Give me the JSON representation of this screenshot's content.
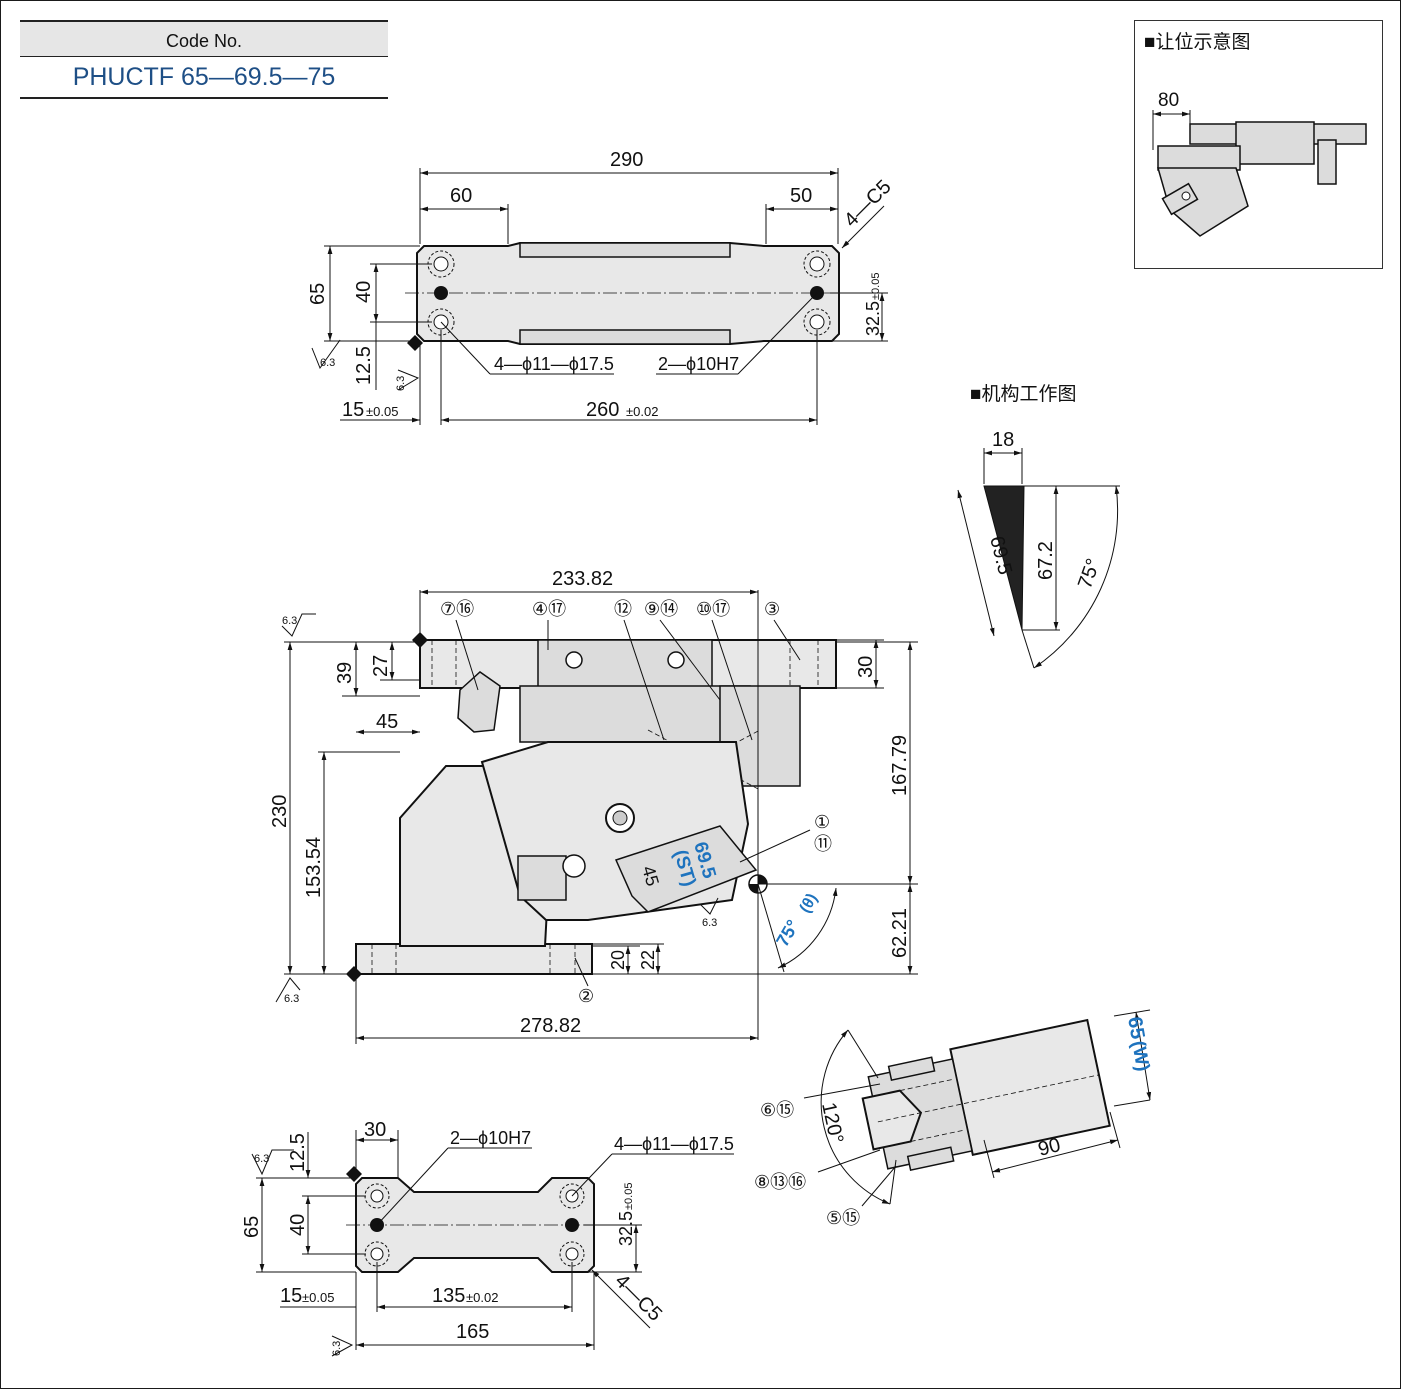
{
  "code": {
    "header": "Code No.",
    "value": "PHUCTF 65—69.5—75"
  },
  "sections": {
    "clearance": "■让位示意图",
    "mechanism": "■机构工作图"
  },
  "top_view": {
    "dim_290": "290",
    "dim_60": "60",
    "dim_50": "50",
    "chamfer": "4—C5",
    "dim_65": "65",
    "dim_40": "40",
    "dim_12_5": "12.5",
    "dim_32_5": "32.5",
    "tol_32_5": "±0.05",
    "hole_a": "4—ϕ11—ϕ17.5",
    "hole_b": "2—ϕ10H7",
    "dim_15": "15",
    "tol_15": "±0.05",
    "dim_260": "260",
    "tol_260": "±0.02",
    "rough_1": "6.3",
    "rough_2": "6.3"
  },
  "clearance_view": {
    "dim_80": "80"
  },
  "mechanism_view": {
    "dim_18": "18",
    "dim_69_5": "69.5",
    "dim_67_2": "67.2",
    "angle": "75°"
  },
  "front_view": {
    "dim_233_82": "233.82",
    "dim_39": "39",
    "dim_27": "27",
    "dim_45_top": "45",
    "dim_30": "30",
    "dim_230": "230",
    "dim_153_54": "153.54",
    "dim_167_79": "167.79",
    "dim_62_21": "62.21",
    "dim_278_82": "278.82",
    "dim_20": "20",
    "dim_22": "22",
    "stroke_val": "69.5",
    "stroke_lbl": "(ST)",
    "dim_45_block": "45",
    "angle_val": "75°",
    "angle_lbl": "(θ)",
    "rough_a": "6.3",
    "rough_b": "6.3",
    "rough_c": "6.3",
    "callouts": [
      "⑦⑯",
      "④⑰",
      "⑫",
      "⑨⑭",
      "⑩⑰",
      "③",
      "①",
      "⑪",
      "②"
    ]
  },
  "side_view": {
    "width_val": "65",
    "width_lbl": "(W)",
    "dim_90": "90",
    "angle_120": "120°",
    "callouts": [
      "⑥⑮",
      "⑧⑬⑯",
      "⑤⑮"
    ]
  },
  "bottom_view": {
    "dim_30": "30",
    "dim_12_5": "12.5",
    "hole_b": "2—ϕ10H7",
    "hole_a": "4—ϕ11—ϕ17.5",
    "dim_65": "65",
    "dim_40": "40",
    "dim_32_5": "32.5",
    "tol_32_5": "±0.05",
    "dim_15": "15",
    "tol_15": "±0.05",
    "dim_135": "135",
    "tol_135": "±0.02",
    "dim_165": "165",
    "chamfer": "4—C5",
    "rough_1": "6.3",
    "rough_2": "6.3"
  }
}
